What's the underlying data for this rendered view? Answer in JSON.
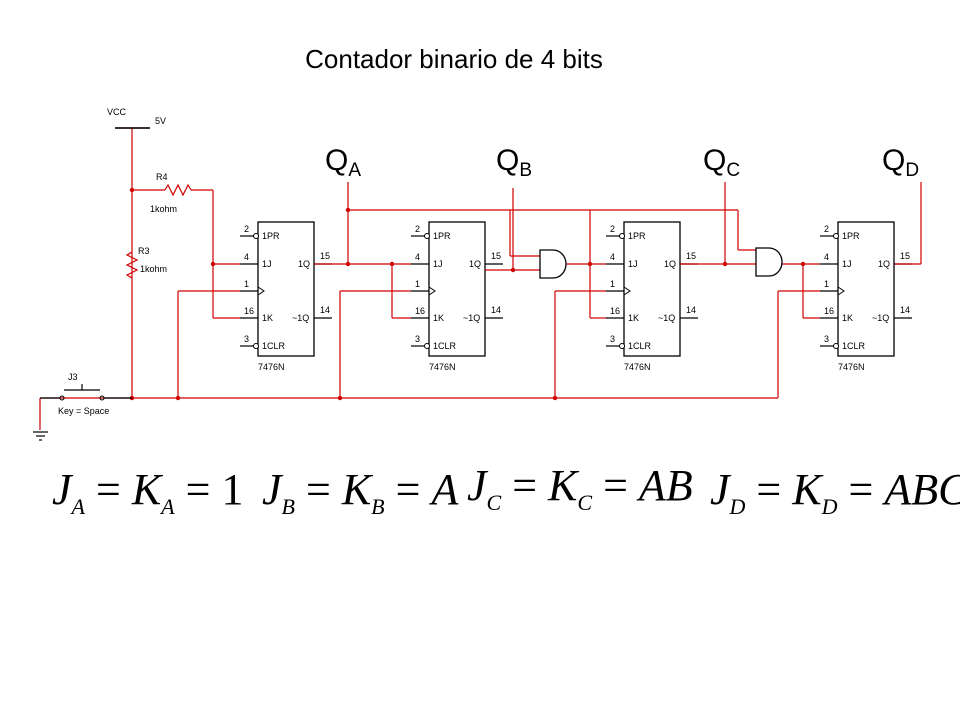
{
  "title": "Contador binario de 4 bits",
  "outputs": [
    {
      "label": "Q",
      "sub": "A"
    },
    {
      "label": "Q",
      "sub": "B"
    },
    {
      "label": "Q",
      "sub": "C"
    },
    {
      "label": "Q",
      "sub": "D"
    }
  ],
  "power": {
    "name": "VCC",
    "value": "5V"
  },
  "resistors": [
    {
      "name": "R4",
      "value": "1kohm"
    },
    {
      "name": "R3",
      "value": "1kohm"
    }
  ],
  "switch": {
    "name": "J3",
    "key": "Key = Space"
  },
  "flipflop": {
    "part": "7476N",
    "pins": {
      "pr": "1PR",
      "j": "1J",
      "clk": "",
      "k": "1K",
      "clr": "1CLR",
      "q": "1Q",
      "qn": "~1Q"
    },
    "pin_numbers": {
      "pr": "2",
      "j": "4",
      "clk": "1",
      "k": "16",
      "clr": "3",
      "q": "15",
      "qn": "14"
    }
  },
  "equations": [
    {
      "lhs": "J",
      "lhs_sub": "A",
      "mid": "K",
      "mid_sub": "A",
      "rhs": "1"
    },
    {
      "lhs": "J",
      "lhs_sub": "B",
      "mid": "K",
      "mid_sub": "B",
      "rhs": "A"
    },
    {
      "lhs": "J",
      "lhs_sub": "C",
      "mid": "K",
      "mid_sub": "C",
      "rhs": "AB"
    },
    {
      "lhs": "J",
      "lhs_sub": "D",
      "mid": "K",
      "mid_sub": "D",
      "rhs": "ABC"
    }
  ]
}
